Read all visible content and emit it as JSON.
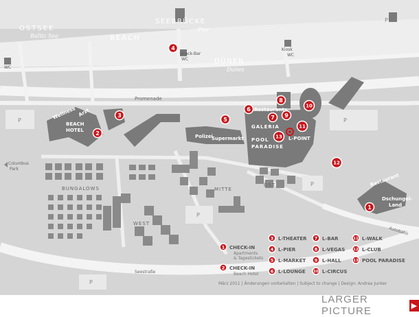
{
  "map": {
    "sea": {
      "name": "OSTSEE",
      "subtitle": "Baltic Sea"
    },
    "beach": "BEACH",
    "pier": {
      "name": "SEEBRÜCKE",
      "subtitle": "Pier"
    },
    "dunes": {
      "name": "DÜNEN",
      "subtitle": "Dunes"
    },
    "wc_left": "WC",
    "snackbar": "Snack-Bar",
    "snackbar_wc": "WC",
    "kiosk": "Kiosk",
    "kiosk_wc": "WC",
    "promenade": "Promenade",
    "wellness": "Wellness",
    "arzt": "Arzt",
    "beach_hotel_1": "BEACH",
    "beach_hotel_2": "HOTEL",
    "parking": "P",
    "polizei": "Polizei",
    "supermarkt": "Supermarkt",
    "restaurants": "Restaurants",
    "galeria": "GALERIA",
    "pool_paradise_1": "POOL",
    "pool_paradise_2": "PARADISE",
    "lpoint": "L-POINT",
    "columbus_1": "Columbus",
    "columbus_2": "Park",
    "bungalows": "BUNGALOWS",
    "west": "WEST",
    "mitte": "MITTE",
    "ost": "OST",
    "restaurant": "Restaurant",
    "dschungel_1": "Dschungel-",
    "dschungel_2": "Land",
    "autobahn": "Autobahn",
    "seestrasse": "Seestraße",
    "colors": {
      "marker": "#c8161c",
      "building": "#7a7a7a",
      "ground": "#d5d5d5",
      "road": "#f2f2f2"
    },
    "markers": [
      {
        "num": "1"
      },
      {
        "num": "2"
      },
      {
        "num": "3"
      },
      {
        "num": "4"
      },
      {
        "num": "5"
      },
      {
        "num": "6"
      },
      {
        "num": "7"
      },
      {
        "num": "8"
      },
      {
        "num": "9"
      },
      {
        "num": "10"
      },
      {
        "num": "11"
      },
      {
        "num": "12"
      },
      {
        "num": "13"
      }
    ]
  },
  "legend": {
    "checkin_main": {
      "num": "1",
      "title": "CHECK-IN",
      "line1": "Apartments",
      "line2": "& Tagestickets"
    },
    "checkin_hotel": {
      "num": "2",
      "title": "CHECK-IN",
      "line1": "Beach Hotel"
    },
    "items": [
      {
        "num": "3",
        "label": "L-THEATER"
      },
      {
        "num": "4",
        "label": "L-PIER"
      },
      {
        "num": "5",
        "label": "L-MARKET"
      },
      {
        "num": "6",
        "label": "L-LOUNGE"
      },
      {
        "num": "7",
        "label": "L-BAR"
      },
      {
        "num": "8",
        "label": "L-VEGAS"
      },
      {
        "num": "9",
        "label": "L-HALL"
      },
      {
        "num": "10",
        "label": "L-CIRCUS"
      },
      {
        "num": "11",
        "label": "L-WALK"
      },
      {
        "num": "12",
        "label": "L-CLUB"
      },
      {
        "num": "13",
        "label": "POOL PARADISE"
      }
    ],
    "footer": "März 2011 | Änderungen vorbehalten | Subject to change | Design: Andrea Junker"
  },
  "larger_picture": "LARGER PICTURE"
}
